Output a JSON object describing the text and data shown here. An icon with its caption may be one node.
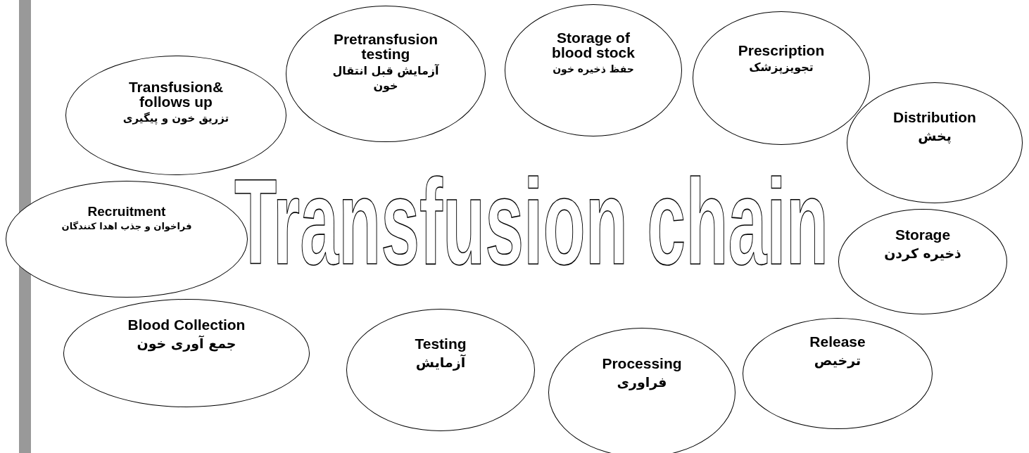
{
  "diagram": {
    "title": "Transfusion chain",
    "nodes": [
      {
        "text": [
          "Pretransfusion testing",
          "آزمایش قبل انتقال خون"
        ]
      },
      {
        "text": [
          "Storage of blood stock",
          "حفظ ذخیره خون"
        ]
      },
      {
        "text": [
          "Prescription",
          "تجویزپزشک"
        ]
      },
      {
        "text": [
          "Transfusion& follows up",
          "تزریق خون و پیگیری"
        ]
      },
      {
        "text": [
          "Distribution",
          "پخش"
        ]
      },
      {
        "text": [
          "Recruitment",
          "فراخوان و جذب اهدا کنندگان"
        ]
      },
      {
        "text": [
          "Storage",
          "ذخیره کردن"
        ]
      },
      {
        "text": [
          "Blood Collection",
          "جمع آوری خون"
        ]
      },
      {
        "text": [
          "Release",
          "ترخیص"
        ]
      },
      {
        "text": [
          "Testing",
          "آزمایش"
        ]
      },
      {
        "text": [
          "Processing",
          "فراوری"
        ]
      }
    ]
  }
}
